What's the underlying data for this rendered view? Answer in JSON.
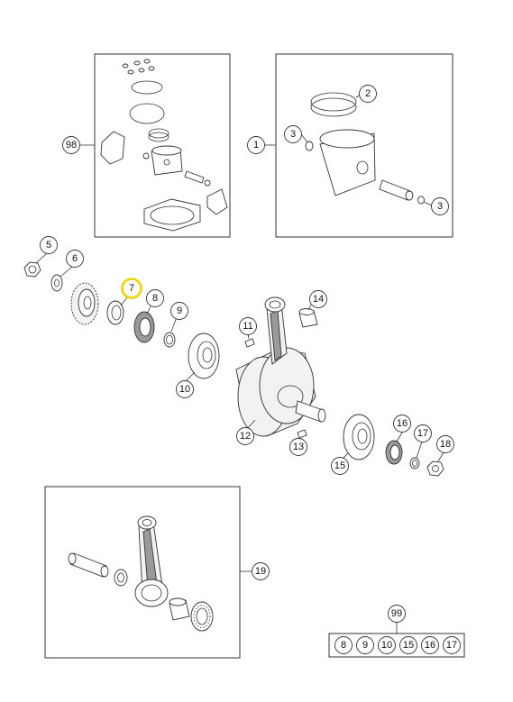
{
  "callouts": [
    {
      "id": "c98",
      "label": "98",
      "hl": false
    },
    {
      "id": "c1",
      "label": "1",
      "hl": false
    },
    {
      "id": "c2",
      "label": "2",
      "hl": false
    },
    {
      "id": "c3a",
      "label": "3",
      "hl": false
    },
    {
      "id": "c3b",
      "label": "3",
      "hl": false
    },
    {
      "id": "c5",
      "label": "5",
      "hl": false
    },
    {
      "id": "c6",
      "label": "6",
      "hl": false
    },
    {
      "id": "c7",
      "label": "7",
      "hl": true
    },
    {
      "id": "c8",
      "label": "8",
      "hl": false
    },
    {
      "id": "c9",
      "label": "9",
      "hl": false
    },
    {
      "id": "c10",
      "label": "10",
      "hl": false
    },
    {
      "id": "c11",
      "label": "11",
      "hl": false
    },
    {
      "id": "c12",
      "label": "12",
      "hl": false
    },
    {
      "id": "c13",
      "label": "13",
      "hl": false
    },
    {
      "id": "c14",
      "label": "14",
      "hl": false
    },
    {
      "id": "c15",
      "label": "15",
      "hl": false
    },
    {
      "id": "c16",
      "label": "16",
      "hl": false
    },
    {
      "id": "c17",
      "label": "17",
      "hl": false
    },
    {
      "id": "c18",
      "label": "18",
      "hl": false
    },
    {
      "id": "c19",
      "label": "19",
      "hl": false
    },
    {
      "id": "c99",
      "label": "99",
      "hl": false
    }
  ],
  "kit99": [
    "8",
    "9",
    "10",
    "15",
    "16",
    "17"
  ],
  "colors": {
    "highlight": "#f0d400",
    "line": "#333333"
  }
}
